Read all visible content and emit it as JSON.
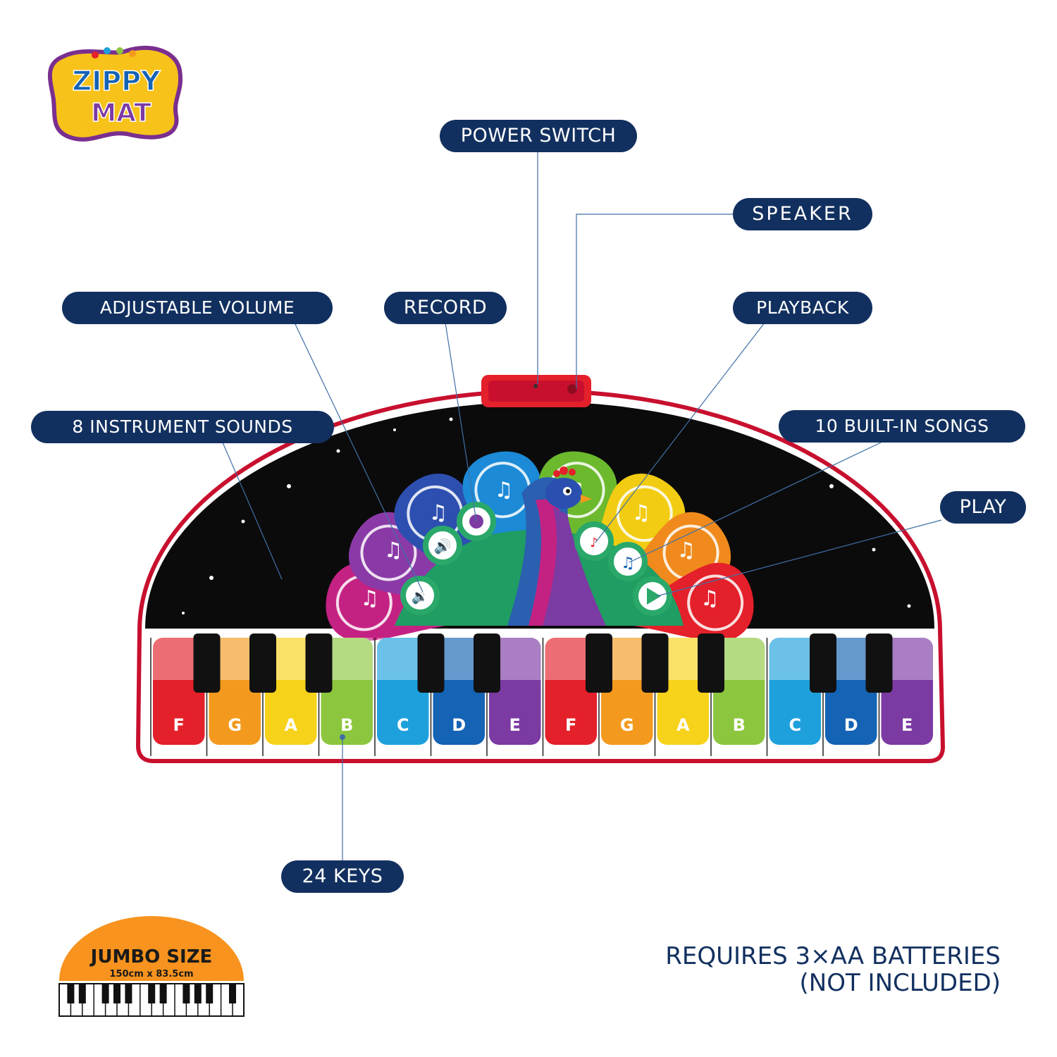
{
  "logo": {
    "line1": "ZIPPY",
    "line2": "MAT"
  },
  "callouts": {
    "power_switch": "POWER SWITCH",
    "speaker": "SPEAKER",
    "adjustable_volume": "ADJUSTABLE VOLUME",
    "record": "RECORD",
    "playback": "PLAYBACK",
    "instrument_sounds": "8 INSTRUMENT SOUNDS",
    "built_in_songs": "10 BUILT-IN SONGS",
    "play": "PLAY",
    "keys": "24 KEYS"
  },
  "keys": [
    {
      "note": "F",
      "color": "#e4202a"
    },
    {
      "note": "G",
      "color": "#f39a1e"
    },
    {
      "note": "A",
      "color": "#f7d21a"
    },
    {
      "note": "B",
      "color": "#8cc63f"
    },
    {
      "note": "C",
      "color": "#1ea0dc"
    },
    {
      "note": "D",
      "color": "#1563b4"
    },
    {
      "note": "E",
      "color": "#7c3aa3"
    },
    {
      "note": "F",
      "color": "#e4202a"
    },
    {
      "note": "G",
      "color": "#f39a1e"
    },
    {
      "note": "A",
      "color": "#f7d21a"
    },
    {
      "note": "B",
      "color": "#8cc63f"
    },
    {
      "note": "C",
      "color": "#1ea0dc"
    },
    {
      "note": "D",
      "color": "#1563b4"
    },
    {
      "note": "E",
      "color": "#7c3aa3"
    }
  ],
  "feathers": [
    {
      "color": "#c42283",
      "icon": "keyboard-icon"
    },
    {
      "color": "#8a3aa7",
      "icon": "saxophone-icon"
    },
    {
      "color": "#2d4fb0",
      "icon": "violin-icon"
    },
    {
      "color": "#1c8ad6",
      "icon": "flute-icon"
    },
    {
      "color": "#6cb92e",
      "icon": "trumpet-icon"
    },
    {
      "color": "#f2cc12",
      "icon": "banjo-icon"
    },
    {
      "color": "#f08a1c",
      "icon": "xylophone-icon"
    },
    {
      "color": "#e4202a",
      "icon": "guitar-icon"
    }
  ],
  "jumbo": {
    "title": "JUMBO SIZE",
    "size": "150cm x 83.5cm"
  },
  "batteries": {
    "line1": "REQUIRES 3×AA BATTERIES",
    "line2": "(NOT INCLUDED)"
  },
  "colors": {
    "navy": "#12305f",
    "mat_border": "#c8102e",
    "mat_bg": "#0b0b0b",
    "orange": "#f7931e"
  }
}
